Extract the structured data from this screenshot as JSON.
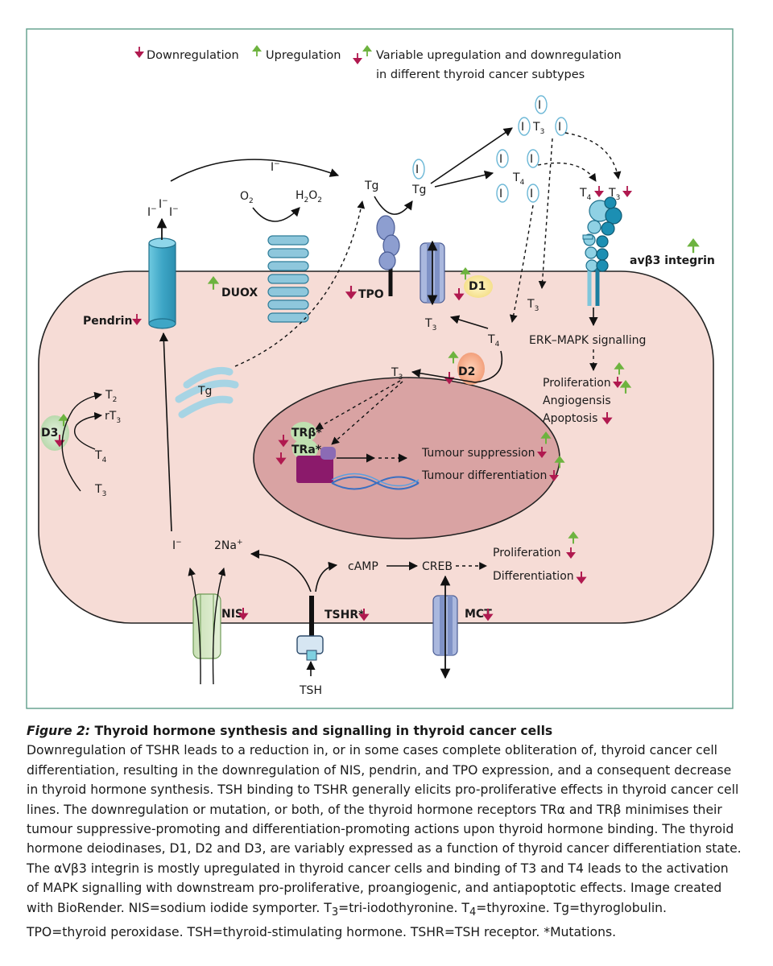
{
  "legend": {
    "down": "Downregulation",
    "up": "Upregulation",
    "variable_1": "Variable upregulation and downregulation",
    "variable_2": "in different thyroid cancer subtypes"
  },
  "labels": {
    "iodide": "I",
    "iodide_charge": "−",
    "o2": "O",
    "o2_sub": "2",
    "h2o2_a": "H",
    "h2o2_b": "O",
    "h2o2_sub": "2",
    "tg": "Tg",
    "i_unit": "I",
    "t": "T",
    "sub3": "3",
    "sub4": "4",
    "sub2": "2",
    "rt": "rT",
    "integrin": "avβ3 integrin",
    "erk": "ERK–MAPK signalling",
    "proliferation": "Proliferation",
    "angiogenesis": "Angiogensis",
    "apoptosis": "Apoptosis",
    "duox": "DUOX",
    "tpo": "TPO",
    "d1": "D1",
    "d2": "D2",
    "d3": "D3",
    "pendrin": "Pendrin",
    "trb": "TRβ*",
    "tra": "TRa*",
    "tumour_suppression": "Tumour suppression",
    "tumour_differentiation": "Tumour differentiation",
    "na": "2Na",
    "na_charge": "+",
    "camp": "cAMP",
    "creb": "CREB",
    "differentiation": "Differentiation",
    "nis": "NIS",
    "tshr": "TSHR*",
    "mct": "MCT",
    "tsh": "TSH"
  },
  "caption": {
    "fig_label": "Figure 2:",
    "title": " Thyroid hormone synthesis and signalling in thyroid cancer cells",
    "part1": "Downregulation of TSHR leads to a reduction in, or in some cases complete obliteration of, thyroid cancer cell differentiation, resulting in the downregulation of NIS, pendrin, and TPO expression, and a consequent decrease in thyroid hormone synthesis. TSH binding to TSHR generally elicits pro-proliferative effects in thyroid cancer cell lines. The downregulation or mutation, or both, of the thyroid hormone receptors TRα and TRβ minimises their tumour suppressive-promoting and differentiation-promoting actions upon thyroid hormone binding. The thyroid hormone deiodinases, D1, D2 and D3, are variably expressed as a function of thyroid cancer differentiation state. The αVβ3 integrin is mostly upregulated in thyroid cancer cells and binding of T3 and T4 leads to the activation of MAPK signalling with downstream pro-proliferative, proangiogenic, and antiapoptotic effects. Image created with BioRender. NIS=sodium iodide symporter. T",
    "sub_3": "3",
    "part2": "=tri-iodothyronine. T",
    "sub_4": "4",
    "part3": "=thyroxine. Tg=thyroglobulin. TPO=thyroid peroxidase. TSH=thyroid-stimulating hormone. TSHR=TSH receptor. *Mutations."
  },
  "colors": {
    "frame": "#5f9e8a",
    "cell_fill": "#f6dcd6",
    "nucleus_fill": "#d9a3a3",
    "down_arrow": "#b0194f",
    "up_arrow": "#6db33f",
    "transporter_blue": "#3fa9c8",
    "integrin_teal": "#2a9fbf",
    "tr_purple": "#8b1a6b"
  }
}
